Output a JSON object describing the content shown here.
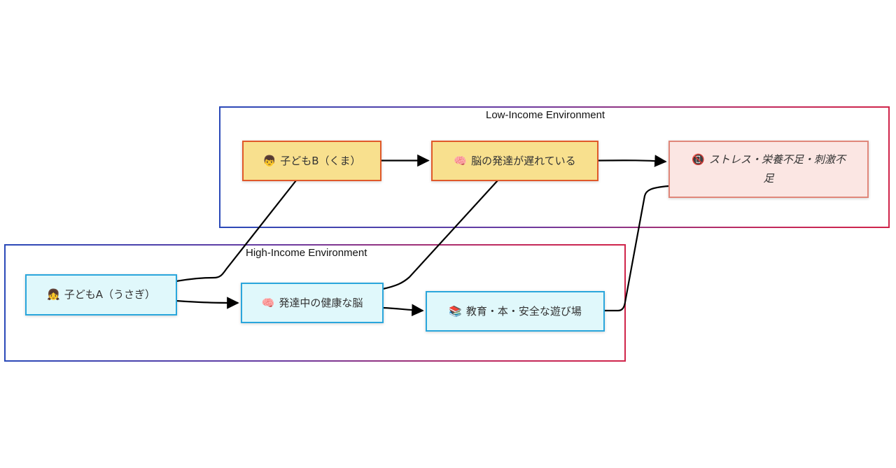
{
  "diagram": {
    "subgraphs": {
      "low": {
        "label": "Low-Income Environment"
      },
      "high": {
        "label": "High-Income Environment"
      }
    },
    "nodes": {
      "child_b": {
        "icon": "👦",
        "icon_name": "boy-icon",
        "label": "子どもB（くま）"
      },
      "brain_delayed": {
        "icon": "🧠",
        "icon_name": "brain-icon",
        "label": "脳の発達が遅れている"
      },
      "stress": {
        "icon": "📵",
        "icon_name": "no-mobile-phones-icon",
        "label": "ストレス・栄養不足・刺激不足"
      },
      "child_a": {
        "icon": "👧",
        "icon_name": "girl-icon",
        "label": "子どもA（うさぎ）"
      },
      "brain_healthy": {
        "icon": "🧠",
        "icon_name": "brain-icon",
        "label": "発達中の健康な脳"
      },
      "education": {
        "icon": "📚",
        "icon_name": "books-icon",
        "label": "教育・本・安全な遊び場"
      }
    },
    "edges": [
      {
        "from": "child_b",
        "to": "brain_delayed",
        "arrow": true
      },
      {
        "from": "brain_delayed",
        "to": "stress",
        "arrow": true
      },
      {
        "from": "child_a",
        "to": "brain_healthy",
        "arrow": true
      },
      {
        "from": "brain_healthy",
        "to": "education",
        "arrow": true
      },
      {
        "from": "child_a",
        "to": "child_b",
        "arrow": false
      },
      {
        "from": "brain_healthy",
        "to": "brain_delayed",
        "arrow": false
      },
      {
        "from": "education",
        "to": "stress",
        "arrow": false
      }
    ],
    "colors": {
      "low_fill": "#f8e08e",
      "low_stroke": "#e0592a",
      "high_fill": "#e0f8fb",
      "high_stroke": "#2aa6dc",
      "stress_fill": "#fbe6e3",
      "stress_stroke": "#e0877a",
      "edge": "#000000"
    }
  }
}
